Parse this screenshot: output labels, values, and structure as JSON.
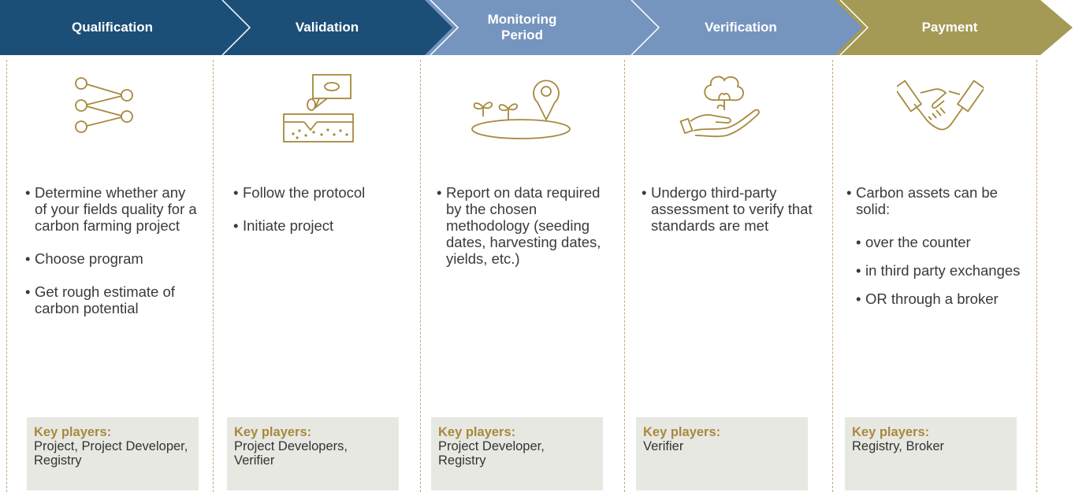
{
  "colors": {
    "navy": "#1c4f78",
    "steel_blue": "#7595bf",
    "olive": "#a49a55",
    "divider": "#c9a57a",
    "icon_stroke": "#a6893d",
    "key_players_bg": "#e8e8e3",
    "key_players_label": "#a6893d"
  },
  "steps": [
    {
      "title": "Qualification",
      "icon": "network-nodes-icon",
      "bullets": [
        "Determine whether any of your fields quality for a carbon farming project",
        "Choose program",
        "Get rough estimate of carbon potential"
      ],
      "key_players_label": "Key players:",
      "key_players": "Project, Project Developer, Registry"
    },
    {
      "title": "Validation",
      "icon": "seed-soil-protocol-icon",
      "bullets": [
        "Follow the protocol",
        "Initiate project"
      ],
      "key_players_label": "Key players:",
      "key_players": "Project Developers, Verifier"
    },
    {
      "title": "Monitoring Period",
      "icon": "field-location-pin-icon",
      "bullets": [
        "Report on data required by the chosen methodology (seeding dates, harvesting dates, yields, etc.)"
      ],
      "key_players_label": "Key players:",
      "key_players": "Project Developer, Registry"
    },
    {
      "title": "Verification",
      "icon": "hand-holding-plant-icon",
      "bullets": [
        "Undergo third-party assessment to verify that standards are met"
      ],
      "key_players_label": "Key players:",
      "key_players": "Verifier"
    },
    {
      "title": "Payment",
      "icon": "handshake-icon",
      "bullets": [
        "Carbon assets can be solid:"
      ],
      "sub_bullets": [
        "over the counter",
        "in third party exchanges",
        "OR through a broker"
      ],
      "key_players_label": "Key players:",
      "key_players": "Registry, Broker"
    }
  ]
}
